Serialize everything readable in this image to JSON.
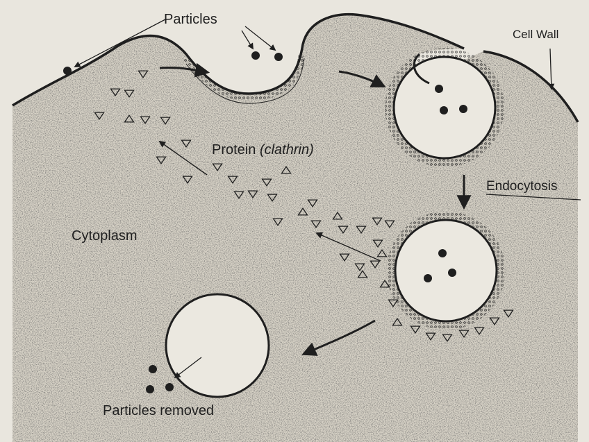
{
  "labels": {
    "particles": "Particles",
    "cell_wall": "Cell Wall",
    "protein_prefix": "Protein ",
    "protein_name": "(clathrin)",
    "endocytosis": "Endocytosis",
    "cytoplasm": "Cytoplasm",
    "particles_removed": "Particles removed"
  },
  "colors": {
    "ink": "#1f1f1f",
    "paper": "#e9e6de",
    "cytoplasm_fill": "#d8d3c7",
    "vesicle_inner": "#ebe8e0"
  }
}
